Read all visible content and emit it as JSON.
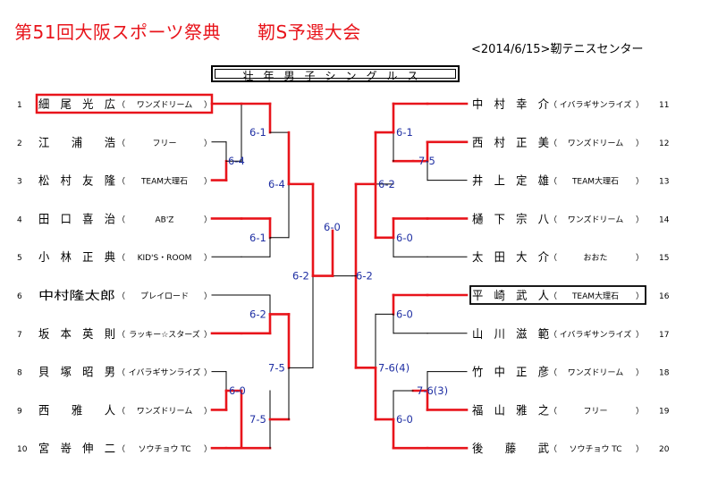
{
  "header": {
    "title": "第51回大阪スポーツ祭典　　靭S予選大会",
    "subtitle": "<2014/6/15>靭テニスセンター",
    "event": "壮年男子シングルス"
  },
  "left_players": [
    {
      "seed": "1",
      "name": "細　尾　光　広",
      "team": "ワンズドリーム"
    },
    {
      "seed": "2",
      "name": "江　　浦　　浩",
      "team": "フリー"
    },
    {
      "seed": "3",
      "name": "松　村　友　隆",
      "team": "TEAM大理石"
    },
    {
      "seed": "4",
      "name": "田　口　喜　治",
      "team": "AB'Z"
    },
    {
      "seed": "5",
      "name": "小　林　正　典",
      "team": "KID'S・ROOM"
    },
    {
      "seed": "6",
      "name": "中村隆太郎",
      "team": "プレイロード"
    },
    {
      "seed": "7",
      "name": "坂　本　英　則",
      "team": "ラッキー☆スターズ"
    },
    {
      "seed": "8",
      "name": "貝　塚　昭　男",
      "team": "イバラギサンライズ"
    },
    {
      "seed": "9",
      "name": "西　　雅　　人",
      "team": "ワンズドリーム"
    },
    {
      "seed": "10",
      "name": "宮　嵜　伸　二",
      "team": "ソウチョウ TC"
    }
  ],
  "right_players": [
    {
      "seed": "11",
      "name": "中　村　幸　介",
      "team": "イバラギサンライズ"
    },
    {
      "seed": "12",
      "name": "西　村　正　美",
      "team": "ワンズドリーム"
    },
    {
      "seed": "13",
      "name": "井　上　定　雄",
      "team": "TEAM大理石"
    },
    {
      "seed": "14",
      "name": "樋　下　宗　八",
      "team": "ワンズドリーム"
    },
    {
      "seed": "15",
      "name": "太　田　大　介",
      "team": "おおた"
    },
    {
      "seed": "16",
      "name": "平　崎　武　人",
      "team": "TEAM大理石"
    },
    {
      "seed": "17",
      "name": "山　川　滋　範",
      "team": "イバラギサンライズ"
    },
    {
      "seed": "18",
      "name": "竹　中　正　彦",
      "team": "ワンズドリーム"
    },
    {
      "seed": "19",
      "name": "福　山　雅　之",
      "team": "フリー"
    },
    {
      "seed": "20",
      "name": "後　　藤　　武",
      "team": "ソウチョウ TC"
    }
  ],
  "scores": {
    "l_r1_2_3": "6-4",
    "l_r1_9_10": "7-5",
    "l_r1_8_9": "6-0",
    "l_r2_top": "6-1",
    "l_r2_4_5": "6-1",
    "l_r2_6_7": "6-2",
    "l_r3_top": "6-4",
    "l_r3_bottom": "7-5",
    "l_semi": "6-2",
    "final": "6-0",
    "r_r1_12_13": "7-5",
    "r_r1_18_19": "7-6(3)",
    "r_r2_top": "6-1",
    "r_r2_14_15": "6-0",
    "r_r2_16_17": "6-0",
    "r_r2_bottom": "6-0",
    "r_r3_top": "6-2",
    "r_r3_bottom": "7-6(4)",
    "r_semi": "6-2"
  },
  "colors": {
    "win": "#e8141b",
    "lose": "#000000",
    "score": "#1f2fa3",
    "highlight_left": "#e8141b",
    "highlight_right": "#000000"
  }
}
